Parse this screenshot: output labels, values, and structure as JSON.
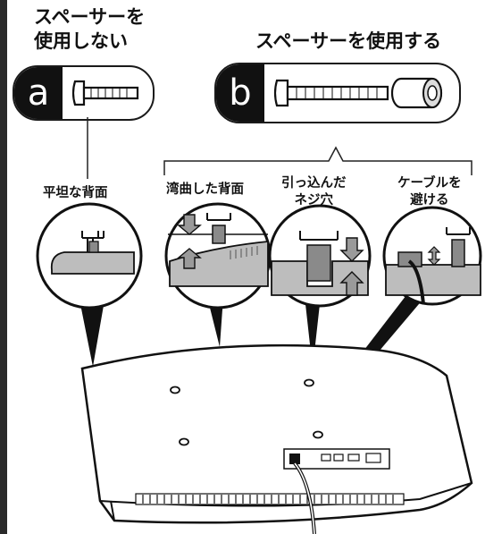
{
  "option_a": {
    "heading": "スペーサーを\n使用しない",
    "badge": "a",
    "label": "平坦な背面"
  },
  "option_b": {
    "heading": "スペーサーを使用する",
    "badge": "b",
    "labels": [
      "湾曲した背面",
      "引っ込んだ\nネジ穴",
      "ケーブルを\n避ける"
    ]
  }
}
